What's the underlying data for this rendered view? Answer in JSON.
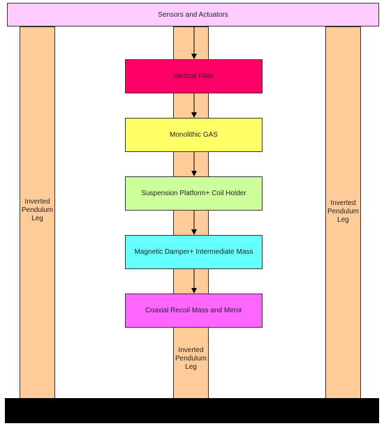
{
  "colors": {
    "top_bar": "#ffccff",
    "leg": "#ffcc99",
    "vertical_filter": "#ff0066",
    "monolithic_gas": "#ffff66",
    "suspension_platform": "#ccff99",
    "magnetic_damper": "#66ffff",
    "coaxial_recoil": "#ff66ff",
    "ground": "#000000",
    "arrow": "#000000"
  },
  "top_bar": {
    "label": "Sensors and Actuators"
  },
  "legs": {
    "left_label": "Inverted\nPendulum\nLeg",
    "right_label": "Inverted\nPendulum\nLeg",
    "center_label": "Inverted\nPendulum\nLeg"
  },
  "stages": [
    {
      "label": "Vertical Filter"
    },
    {
      "label": "Monolithic GAS"
    },
    {
      "label": "Suspension Platform+ Coil Holder"
    },
    {
      "label": "Magnetic Damper+ Intermediate Mass"
    },
    {
      "label": "Coaxial Recoil Mass and Mirror"
    }
  ]
}
